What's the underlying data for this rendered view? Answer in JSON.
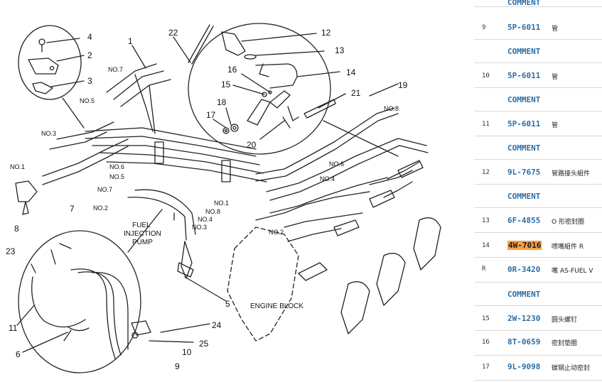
{
  "diagram": {
    "callouts": [
      "1",
      "2",
      "3",
      "4",
      "5",
      "6",
      "7",
      "8",
      "9",
      "10",
      "11",
      "12",
      "13",
      "14",
      "15",
      "16",
      "17",
      "18",
      "19",
      "20",
      "21",
      "22",
      "23",
      "24",
      "25"
    ],
    "line_labels": {
      "no7_top": "NO.7",
      "no5_top": "NO.5",
      "no3_left": "NO.3",
      "no1_left": "NO.1",
      "no6_mid": "NO.6",
      "no5_mid": "NO.5",
      "no7_mid": "NO.7",
      "no2_mid": "NO.2",
      "no8_right": "NO.8",
      "no6_right": "NO.6",
      "no4_right": "NO.4",
      "no1_center": "NO.1",
      "no8_center": "NO.8",
      "no4_center": "NO.4",
      "no3_center": "NO.3",
      "no2_bottom": "NO.2"
    },
    "pump_label": [
      "FUEL",
      "INJECTION",
      "PUMP"
    ],
    "engine_block_label": "ENGINE BLOCK"
  },
  "parts": [
    {
      "kind": "comment",
      "label": "COMMENT"
    },
    {
      "kind": "part",
      "index": "9",
      "number": "5P-6011",
      "desc": "管"
    },
    {
      "kind": "comment",
      "label": "COMMENT"
    },
    {
      "kind": "part",
      "index": "10",
      "number": "5P-6011",
      "desc": "管"
    },
    {
      "kind": "comment",
      "label": "COMMENT"
    },
    {
      "kind": "part",
      "index": "11",
      "number": "5P-6011",
      "desc": "管"
    },
    {
      "kind": "comment",
      "label": "COMMENT"
    },
    {
      "kind": "part",
      "index": "12",
      "number": "9L-7675",
      "desc": "管路接头組件"
    },
    {
      "kind": "comment",
      "label": "COMMENT"
    },
    {
      "kind": "part",
      "index": "13",
      "number": "6F-4855",
      "desc": "O 形密封圈"
    },
    {
      "kind": "part",
      "index": "14",
      "number": "4W-7016",
      "desc": "喷嘴組件 R",
      "highlight": true
    },
    {
      "kind": "part",
      "index": "R",
      "number": "0R-3420",
      "desc": "嘴 AS-FUEL V"
    },
    {
      "kind": "comment",
      "label": "COMMENT"
    },
    {
      "kind": "part",
      "index": "15",
      "number": "2W-1230",
      "desc": "圆头螺钉"
    },
    {
      "kind": "part",
      "index": "16",
      "number": "8T-0659",
      "desc": "密封垫圈"
    },
    {
      "kind": "part",
      "index": "17",
      "number": "9L-9098",
      "desc": "碳钢止动密封"
    }
  ]
}
